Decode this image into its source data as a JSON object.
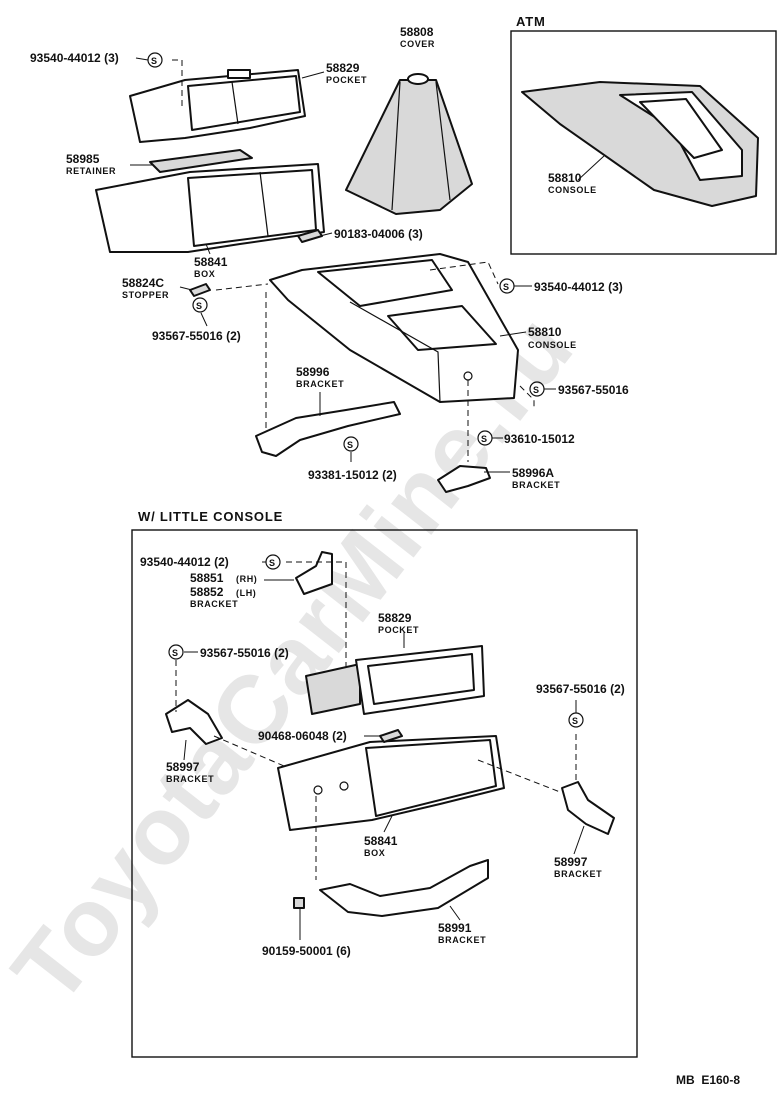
{
  "watermark": "ToyotaCarMine.ru",
  "sections": {
    "atm": "ATM",
    "little_console": "W/ LITTLE CONSOLE"
  },
  "footer": "MB  E160-8",
  "symbols": {
    "screw_mark": "S"
  },
  "callouts": {
    "c01": {
      "part": "93540-44012 (3)"
    },
    "c02": {
      "part": "58829",
      "name": "POCKET"
    },
    "c03": {
      "part": "58808",
      "name": "COVER"
    },
    "c04": {
      "part": "58985",
      "name": "RETAINER"
    },
    "c05": {
      "part": "58841",
      "name": "BOX"
    },
    "c06": {
      "part": "90183-04006 (3)"
    },
    "c07": {
      "part": "58824C",
      "name": "STOPPER"
    },
    "c08": {
      "part": "93567-55016 (2)"
    },
    "c09": {
      "part": "93540-44012 (3)"
    },
    "c10": {
      "part": "58810",
      "name": "CONSOLE"
    },
    "c11": {
      "part": "58996",
      "name": "BRACKET"
    },
    "c12": {
      "part": "93567-55016"
    },
    "c13": {
      "part": "93610-15012"
    },
    "c14": {
      "part": "93381-15012 (2)"
    },
    "c15": {
      "part": "58996A",
      "name": "BRACKET"
    },
    "c16": {
      "part": "58810",
      "name": "CONSOLE"
    },
    "c17": {
      "part": "93540-44012 (2)"
    },
    "c18": {
      "part": "58851",
      "tag": "(RH)"
    },
    "c19": {
      "part": "58852",
      "tag": "(LH)",
      "name": "BRACKET"
    },
    "c20": {
      "part": "93567-55016 (2)"
    },
    "c21": {
      "part": "58829",
      "name": "POCKET"
    },
    "c22": {
      "part": "93567-55016 (2)"
    },
    "c23": {
      "part": "90468-06048 (2)"
    },
    "c24": {
      "part": "58997",
      "name": "BRACKET"
    },
    "c25": {
      "part": "58841",
      "name": "BOX"
    },
    "c26": {
      "part": "58997",
      "name": "BRACKET"
    },
    "c27": {
      "part": "58991",
      "name": "BRACKET"
    },
    "c28": {
      "part": "90159-50001 (6)"
    }
  }
}
